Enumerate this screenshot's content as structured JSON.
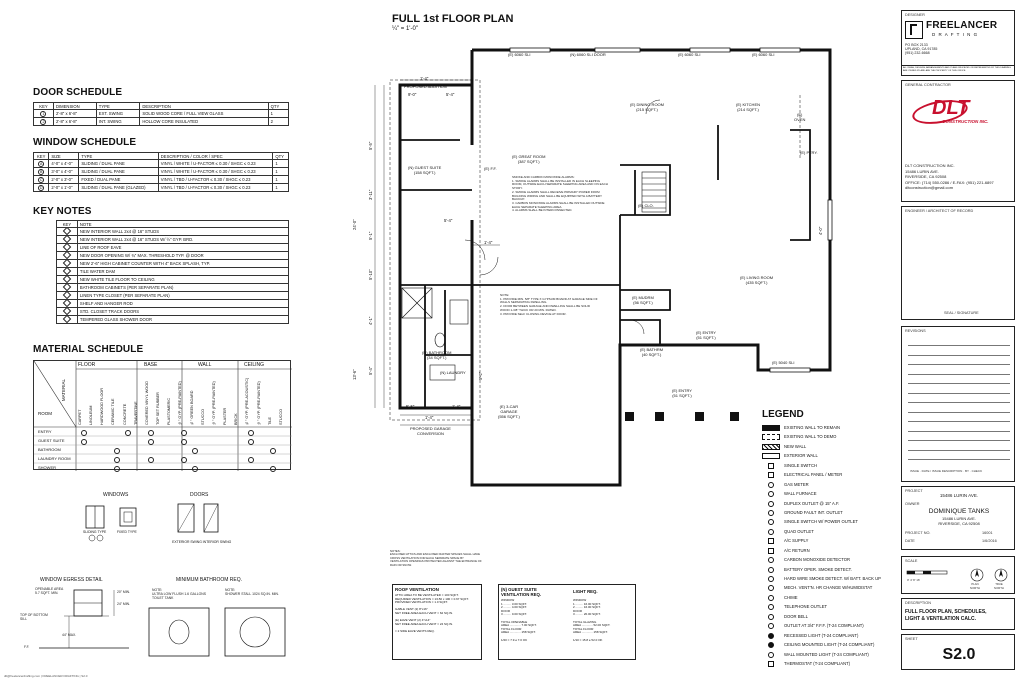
{
  "plan": {
    "title": "FULL 1st FLOOR PLAN",
    "scale": "¼\" = 1'-0\"",
    "rooms": {
      "dining": "(E) DINING ROOM\n(215 SQFT.)",
      "kitchen": "(E) KITCHEN\n(214 SQFT.)",
      "great": "(E) GREAT ROOM\n(387 SQFT.)",
      "living": "(E) LIVING ROOM\n(435 SQFT.)",
      "garage": "(E) 3-CAR\nGARAGE\n(556 SQFT.)",
      "mudrm": "(E) MUDRM\n(56 SQFT.)",
      "bath_e": "(E) BATHRM\n(40 SQFT.)",
      "entry_e": "(E) ENTRY\n(51 SQFT.)",
      "entry_lower": "(E) ENTRY\n(51 SQFT.)",
      "guest_suite": "(N) GUEST SUITE\n(158 SQFT.)",
      "bathroom_n": "(N) BATHROOM\n(34 SQFT.)",
      "laundry": "(N) LAUNDRY",
      "clo": "(E) CLO.",
      "ff": "(E) F.F.",
      "ptry": "(E) PTRY.",
      "oven": "(E)\nOVEN",
      "sli_dining": "(E) 6060 SLI",
      "sli_door": "(N) 6060 SLI DOOR",
      "sli_kitchen": "(E) 6060 SLI",
      "sli_living": "(E) 5040 SLI",
      "addition": "PROPOSED ADDITION",
      "garage_conversion": "PROPOSED GARAGE\nCONVERSION"
    },
    "dims": {
      "top1": "1'-4\"",
      "top2": "9'-0\"",
      "top3": "5'-4\"",
      "side_total": "24'-0\"",
      "mid1": "5'-4\"",
      "mid2": "1'-4\"",
      "bottom1": "5'-5\"",
      "bottom2": "1'-4\"",
      "garage_total": "1'-4\"",
      "v1": "5'-5\"",
      "v2": "3'-11\"",
      "v3": "5'-1\"",
      "v4": "5'-10\"",
      "v5": "4'-1\"",
      "v6": "5'-4\"",
      "v7": "5'-2\"",
      "side2": "13'-6\"",
      "right_dim": "4'-0\""
    },
    "notes": {
      "great_room": "SMOKE AND CARBON MONOXIDE ALARMS:\n1. SMOKE ALARMS SHALL BE INSTALLED IN EACH SLEEPING ROOM, OUTSIDE EACH SEPARATE SLEEPING AREA AND ON EACH STORY.\n2. SMOKE ALARMS SHALL RECEIVE PRIMARY POWER FROM BUILDING WIRING AND SHALL BE EQUIPPED WITH A BATTERY BACKUP.\n3. CARBON MONOXIDE ALARMS SHALL BE INSTALLED OUTSIDE EACH SEPARATE SLEEPING AREA.\n4. ALARMS SHALL BE INTERCONNECTED.",
      "garage": "NOTE:\n1. PROVIDE MIN. 5/8\" TYPE X GYPSUM BOARD AT GARAGE SIDE OF WALLS SEPARATING DWELLING.\n2. DOOR BETWEEN GARAGE AND DWELLING SHALL BE SOLID WOOD 1-3/8\" THICK OR 20 MIN. RATED.\n3. PROVIDE SELF CLOSING DEVICE AT DOOR.",
      "notes_bottom": "NOTES:\nENCLOSED ATTICS AND ENCLOSED RAFTER SPACES SHALL HAVE CROSS VENTILATION FOR EACH SEPARATE SPACE BY VENTILATION OPENINGS PROTECTED AGAINST THE ENTRANCE OF RAIN OR SNOW."
    }
  },
  "door_schedule": {
    "title": "DOOR SCHEDULE",
    "headers": [
      "KEY",
      "DIMENSION",
      "TYPE",
      "DESCRIPTION",
      "QTY"
    ],
    "rows": [
      [
        "1",
        "2'-8\" x 6'-8\"",
        "EXT. SWING",
        "SOLID WOOD CORE / FULL VIEW GLASS",
        "1"
      ],
      [
        "2",
        "2'-8\" x 6'-8\"",
        "INT. SWING",
        "HOLLOW CORE INSULATED",
        "2"
      ]
    ]
  },
  "window_schedule": {
    "title": "WINDOW SCHEDULE",
    "headers": [
      "KEY",
      "SIZE",
      "TYPE",
      "DESCRIPTION / COLOR / SPEC",
      "QTY"
    ],
    "rows": [
      [
        "A",
        "4'-0\" x 4'-0\"",
        "SLIDING / DUAL PANE",
        "VINYL / WHITE / U-FACTOR ≤ 0.30 / SHGC ≤ 0.23",
        "1"
      ],
      [
        "B",
        "3'-0\" x 4'-0\"",
        "SLIDING / DUAL PANE",
        "VINYL / WHITE / U-FACTOR ≤ 0.30 / SHGC ≤ 0.23",
        "1"
      ],
      [
        "C",
        "2'-0\" x 3'-0\"",
        "FIXED / DUAL PANE",
        "VINYL / TBD / U-FACTOR ≤ 0.30 / SHGC ≤ 0.23",
        "1"
      ],
      [
        "D",
        "2'-0\" x 1'-0\"",
        "SLIDING / DUAL PANE (GLAZED)",
        "VINYL / TBD / U-FACTOR ≤ 0.30 / SHGC ≤ 0.23",
        "1"
      ]
    ]
  },
  "key_notes": {
    "title": "KEY NOTES",
    "headers": [
      "KEY",
      "NOTE"
    ],
    "rows": [
      "NEW INTERIOR WALL 2x4 @ 16\" STUDS",
      "NEW INTERIOR WALL 2x4 @ 16\" STUDS W/ ½\" GYP. BRD.",
      "LINE OF ROOF EAVE",
      "NEW DOOR OPENING W/ ¾\" MAX. THRESHOLD TYP. @ DOOR",
      "NEW 2'-6\" HIGH CABINET COUNTER WITH 4\" BACK SPLASH, TYP.",
      "TILE WATER DAM",
      "NEW WHITE TILE FLOOR TO CEILING",
      "BATHROOM CABINETS (PER SEPARATE PLAN)",
      "LINEN TYPE CLOSET (PER SEPARATE PLAN)",
      "SHELF AND HANGER ROD",
      "STD. CLOSET TRACK DOORS",
      "TEMPERED GLASS SHOWER DOOR"
    ]
  },
  "material_schedule": {
    "title": "MATERIAL SCHEDULE",
    "groups": [
      "FLOOR",
      "BASE",
      "WALL",
      "CEILING"
    ],
    "axis_material": "MATERIAL",
    "axis_room": "ROOM",
    "columns": [
      "CARPET",
      "LINOLEUM",
      "HARDWOOD FLOOR",
      "CERAMIC TILE",
      "CONCRETE",
      "TRAVERTINE",
      "COVERED VINYL WOOD",
      "TOP SET RUBBER",
      "PLASTOMERIC",
      "½\" GYP. (PRE-PAINTED)",
      "⅝\" GREEN BOARD",
      "STUCCO",
      "½\" GYP. (PRE-PAINTED)",
      "PLASTER",
      "BRICK",
      "⅝\" GYP. (PRE-ACOUSTIC)",
      "½\" GYP. (PRE-PAINTED)",
      "TILE",
      "STUCCO"
    ],
    "rooms": [
      "ENTRY",
      "GUEST SUITE",
      "BATHROOM",
      "LAUNDRY ROOM",
      "SHOWER"
    ]
  },
  "windows_doors": {
    "windows_title": "WINDOWS",
    "doors_title": "DOORS",
    "w1": "SLIDING TYPE",
    "w2": "FIXED TYPE",
    "d1": "EXTERIOR SWING",
    "d2": "INTERIOR SWING"
  },
  "egress": {
    "title": "WINDOW EGRESS DETAIL",
    "opening": "OPENABLE AREA\n5.7 SQFT. MIN.",
    "top": "TOP OF BOTTOM SILL",
    "height": "44\" MAX.",
    "width": "20\" MIN.",
    "h24": "24\" MIN.",
    "ff": "F.F."
  },
  "min_bath": {
    "title": "MINIMUM BATHROOM REQ.",
    "note1": "NOTE:\nULTRA LOW FLUSH 1.6 GALLONS\nTOILET TANK",
    "note2": "NOTE:\nSHOWER STALL 1024 SQ.IN. MIN."
  },
  "calcs": {
    "roof_title": "ROOF VENTILATION",
    "roof_text": "ATTIC AREA TO BE VENTILATED = 100 SQFT.\nREQUIRED VENTILATION = 1/150 x 100 = 0.67 SQFT.\nPROVIDED VENTILATION = 1.0 SQFT.\n\nGABLE VENT (2) 8\"x16\"\nNET FREE AREA EACH VENT = 62 SQ.IN.\n\n(E) EAVE VENT (2) 4\"x14\"\nNET FREE AREA EACH VENT = 24 SQ.IN.\n\n= 2 SIDE EAVE VENTS REQ.",
    "guest_title": "(N) GUEST SUITE\nVENTILATION REQ.",
    "guest_text": "WINDOW\n1 ......... 3.00 SQFT.\n2 ......... 4.00 SQFT.\nDOOR\n3 ......... 0.00 SQFT.\n\nTOTAL OPENABLE\nAREA ............. 7.00 SQFT.\nTOTAL FLOOR\nAREA ............. 158 SQFT.\n\n1/20 = 7.9 ≥ 7.0 OK",
    "light_title": "LIGHT REQ.",
    "light_text": "WINDOW\n1 ......... 16.00 SQFT.\n2 ......... 16.00 SQFT.\nDOOR\n3 ......... 20.00 SQFT.\n\nTOTAL GLAZING\nAREA ............. 52.00 SQFT.\nTOTAL FLOOR\nAREA ............. 158 SQFT.\n\n1/10 = 15.8 ≤ 52.0 OK"
  },
  "legend": {
    "title": "LEGEND",
    "items": [
      "EXISTING WALL TO REMAIN",
      "EXISTING WALL TO DEMO",
      "NEW WALL",
      "EXTERIOR WALL",
      "SINGLE SWITCH",
      "ELECTRICAL PANEL / METER",
      "GAS METER",
      "WALL FURNACE",
      "DUPLEX OUTLET @ 15\" A.F.",
      "GROUND FAULT INT. OUTLET",
      "SINGLE SWITCH W/ POWER OUTLET",
      "QUAD OUTLET",
      "A/C SUPPLY",
      "A/C RETURN",
      "CARBON MONOXIDE DETECTOR",
      "BATTERY OPER. SMOKE DETECT.",
      "HARD WIRE SMOKE DETECT. W/ BATT. BACK UP",
      "MECH. VENT'N. HR CHANGE W/HUMIDISTAT",
      "CHIME",
      "TELEPHONE OUTLET",
      "DOOR BELL",
      "OUTLET AT 3/4\" F.F.F. (T-24 COMPLIANT)",
      "RECESSED LIGHT (T-24 COMPLIANT)",
      "CEILING MOUNTED LIGHT (T-24 COMPLIANT)",
      "WALL MOUNTED LIGHT (T-24 COMPLIANT)",
      "THERMOSTAT (T-24 COMPLIANT)"
    ]
  },
  "title_block": {
    "designer_label": "DESIGNER",
    "company": "FREELANCER",
    "company_sub": "D R A F T I N G",
    "designer_addr": "PO BOX 2133\nUPLAND, CA 91785\n(951) 232-6668",
    "fine_print": "ALL IDEAS, DESIGNS, ARRANGEMENTS AND PLANS INDICATED OR REPRESENTED BY THIS DRAWING ARE OWNED BY AND ARE THE PROPERTY OF THIS OFFICE.",
    "contractor_label": "GENERAL CONTRACTOR",
    "contractor_logo": "DLT",
    "contractor_logo_sub": "CONSTRUCTION INC.",
    "contractor_text": "DLT CONSTRUCTION INC.\n15486 LURIN AVE.\nRIVERSIDE, CA 92508\nOFFICE: (714) 550-0286 / E-FAX: (951) 221-6897\ndltconstruction@gmail.com",
    "engineer_label": "ENGINEER / ARCHITECT OF RECORD",
    "seal_label": "SEAL / SIGNATURE",
    "revisions_label": "REVISIONS",
    "rev_foot": "ISSUE  ·  DATE / ISSUE DESCRIPTION  ·  BY  ·  CHECK",
    "project_label": "PROJECT",
    "project": "15486 LURIN AVE.",
    "owner_label": "OWNER",
    "owner": "DOMINIQUE TANKS",
    "owner_addr": "15486 LURIN AVE.\nRIVERSIDE, CA 92508",
    "project_no_label": "PROJECT NO.",
    "project_no": "16001",
    "date_label": "DATE",
    "date": "1/6/2016",
    "scale_label": "SCALE",
    "plan_north": "PLAN NORTH",
    "true_north": "TRUE NORTH",
    "scale_nums": "0'  4'   8'      16'",
    "description_label": "DESCRIPTION",
    "description": "FULL FLOOR PLAN, SCHEDULES,\nLIGHT & VENTILATION CALC.",
    "sheet_label": "SHEET",
    "sheet": "S2.0"
  },
  "footer": "dlt@freelancerdrafting.com  |  FREELANCER DRAFTING  |  S2.0"
}
